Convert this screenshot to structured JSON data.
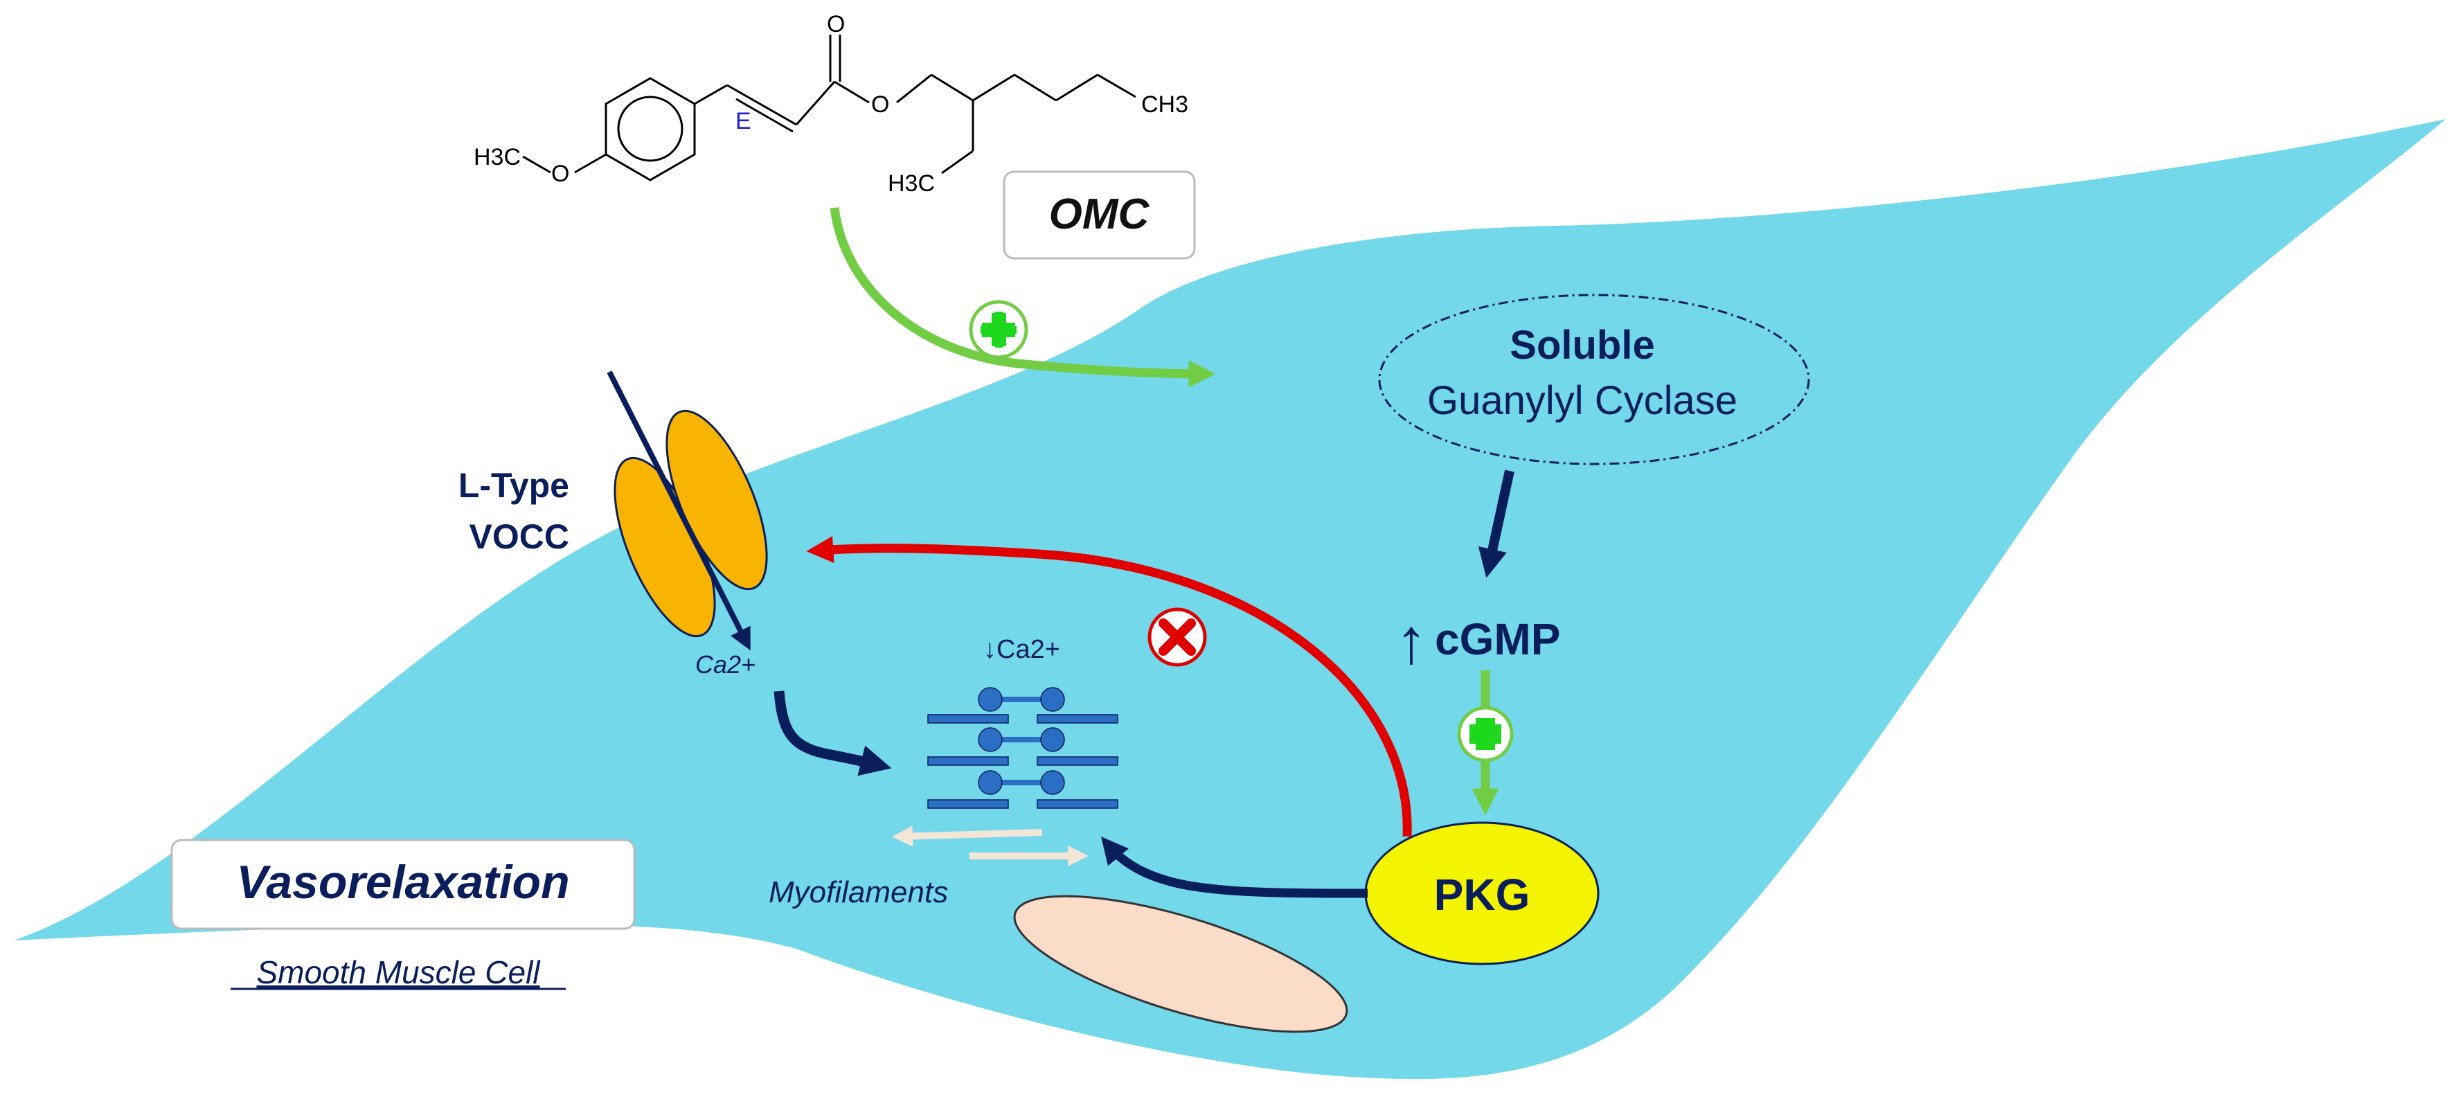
{
  "molecule": {
    "label": "OMC",
    "atom_o_methoxy": "O",
    "atom_o_carbonyl": "O",
    "atom_o_ester": "O",
    "group_h3c_left": "H3C",
    "group_h3c_bottom": "H3C",
    "group_ch3_right": "CH3",
    "stereo_label": "E"
  },
  "cell": {
    "name": "Smooth Muscle Cell",
    "outcome": "Vasorelaxation"
  },
  "nodes": {
    "sgc_line1": "Soluble",
    "sgc_line2": "Guanylyl Cyclase",
    "cgmp": "cGMP",
    "cgmp_arrow": "↑",
    "pkg": "PKG",
    "channel_line1": "L-Type",
    "channel_line2": "VOCC",
    "ca_influx": "Ca2+",
    "ca_decrease": "↓Ca2+",
    "myofilaments": "Myofilaments"
  },
  "colors": {
    "cell_fill": "#72d8ea",
    "activation": "#72cc44",
    "plus_green": "#1ed81e",
    "inhibition": "#e00000",
    "navy": "#0a1e5c",
    "vocc_fill": "#f8b400",
    "pkg_fill": "#f4f400",
    "nucleus_fill": "#fadcc8",
    "myofilament": "#2a6fc4"
  }
}
